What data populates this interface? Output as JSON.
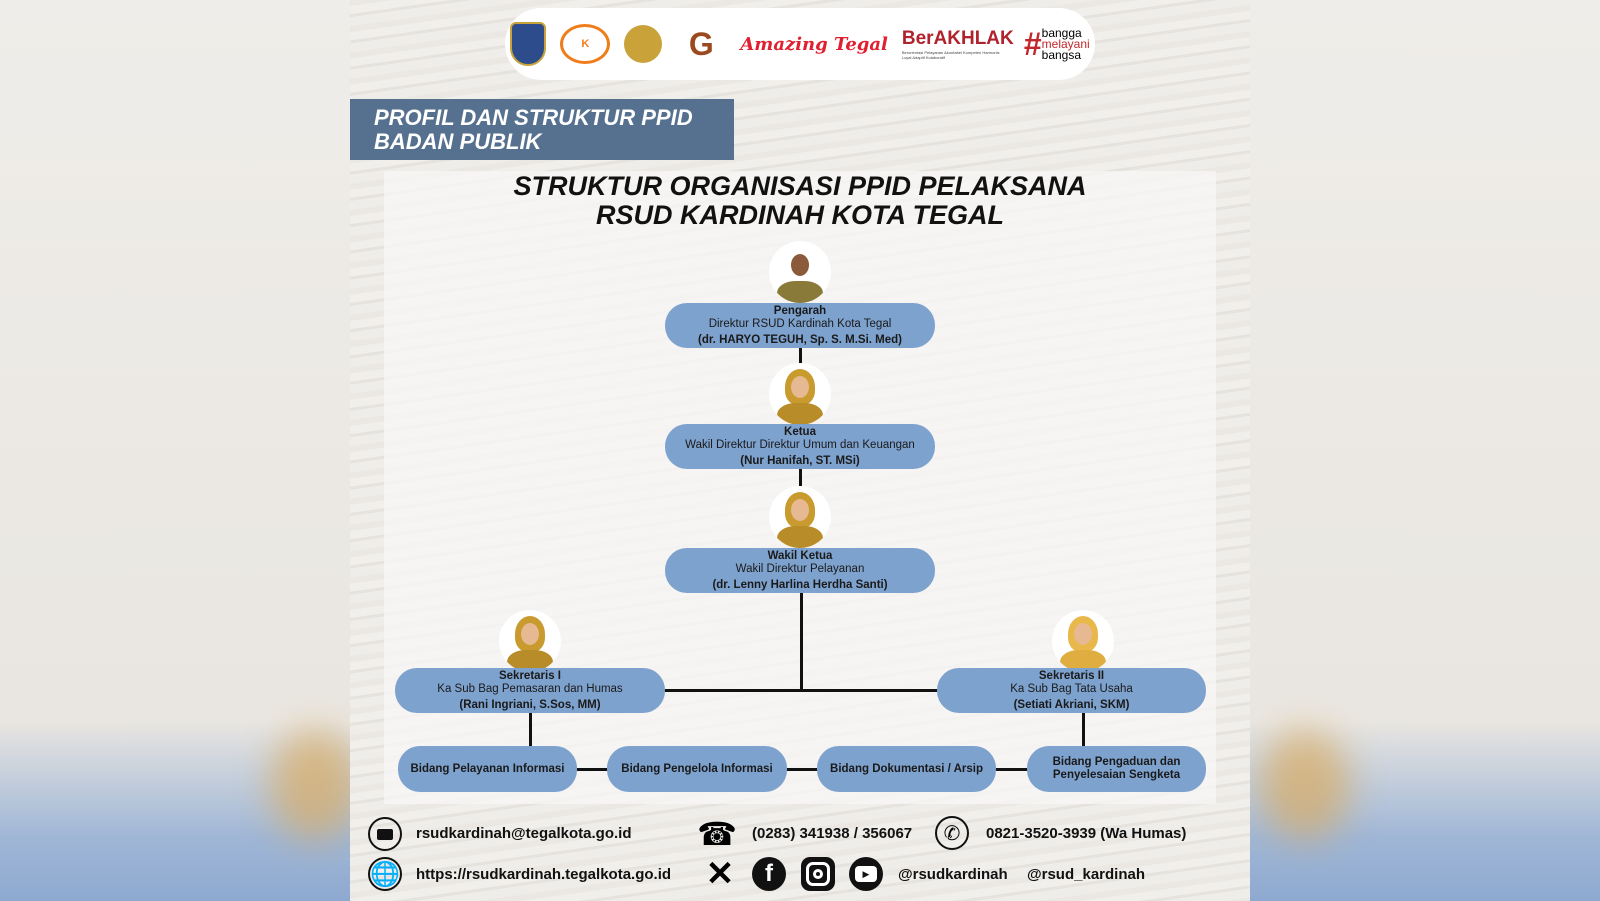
{
  "logos": [
    "Kota Tegal crest",
    "RSUK Kardinah",
    "Paripurna",
    "G",
    "Amazing Tegal",
    "BerAKHLAK",
    "#bangga melayani bangsa"
  ],
  "logo_text": {
    "amazing": "Amazing Tegal",
    "berakhlak": "BerAKHLAK",
    "berakhlak_sub": "Berorientasi Pelayanan Akuntabel Kompeten Harmonis Loyal Adaptif Kolaboratif",
    "bangga": "bangga",
    "melayani": "melayani",
    "bangsa": "bangsa"
  },
  "banner": {
    "line1": "PROFIL DAN STRUKTUR PPID",
    "line2": "BADAN PUBLIK"
  },
  "title": {
    "line1": "STRUKTUR ORGANISASI PPID PELAKSANA",
    "line2": "RSUD KARDINAH KOTA TEGAL"
  },
  "nodes": {
    "pengarah": {
      "role": "Pengarah",
      "position": "Direktur RSUD Kardinah Kota Tegal",
      "name": "(dr. HARYO TEGUH, Sp. S. M.Si. Med)"
    },
    "ketua": {
      "role": "Ketua",
      "position": "Wakil Direktur Direktur Umum dan Keuangan",
      "name": "(Nur Hanifah, ST. MSi)"
    },
    "wakil": {
      "role": "Wakil Ketua",
      "position": "Wakil Direktur Pelayanan",
      "name": "(dr. Lenny Harlina Herdha Santi)"
    },
    "sek1": {
      "role": "Sekretaris I",
      "position": "Ka Sub Bag Pemasaran dan Humas",
      "name": "(Rani Ingriani, S.Sos, MM)"
    },
    "sek2": {
      "role": "Sekretaris II",
      "position": "Ka Sub Bag Tata Usaha",
      "name": "(Setiati Akriani, SKM)"
    }
  },
  "bidang": [
    "Bidang Pelayanan Informasi",
    "Bidang Pengelola Informasi",
    "Bidang Dokumentasi / Arsip",
    "Bidang Pengaduan dan Penyelesaian Sengketa"
  ],
  "footer": {
    "email": "rsudkardinah@tegalkota.go.id",
    "phone": "(0283) 341938 / 356067",
    "wa": "0821-3520-3939 (Wa Humas)",
    "website": "https://rsudkardinah.tegalkota.go.id",
    "social1": "@rsudkardinah",
    "social2": "@rsud_kardinah"
  },
  "colors": {
    "node": "#7ea2ce",
    "banner": "#56718f"
  }
}
